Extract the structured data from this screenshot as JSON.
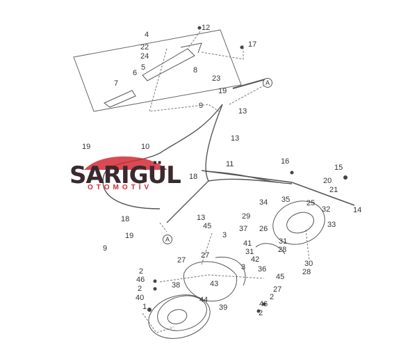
{
  "diagram": {
    "callout_ref": "A",
    "labels": [
      "4",
      "12",
      "17",
      "22",
      "24",
      "5",
      "6",
      "8",
      "23",
      "7",
      "19",
      "9",
      "13",
      "13",
      "10",
      "11",
      "16",
      "15",
      "18",
      "20",
      "21",
      "19",
      "25",
      "34",
      "35",
      "14",
      "29",
      "32",
      "18",
      "13",
      "33",
      "45",
      "37",
      "26",
      "3",
      "41",
      "31",
      "19",
      "9",
      "31",
      "28",
      "27",
      "42",
      "27",
      "36",
      "3",
      "30",
      "28",
      "2",
      "45",
      "46",
      "43",
      "38",
      "2",
      "27",
      "40",
      "2",
      "44",
      "46",
      "1",
      "39",
      "2"
    ]
  },
  "watermark": {
    "brand": "SARIGÜL",
    "subtitle": "OTOMOTİV",
    "color": "#d42a35"
  }
}
